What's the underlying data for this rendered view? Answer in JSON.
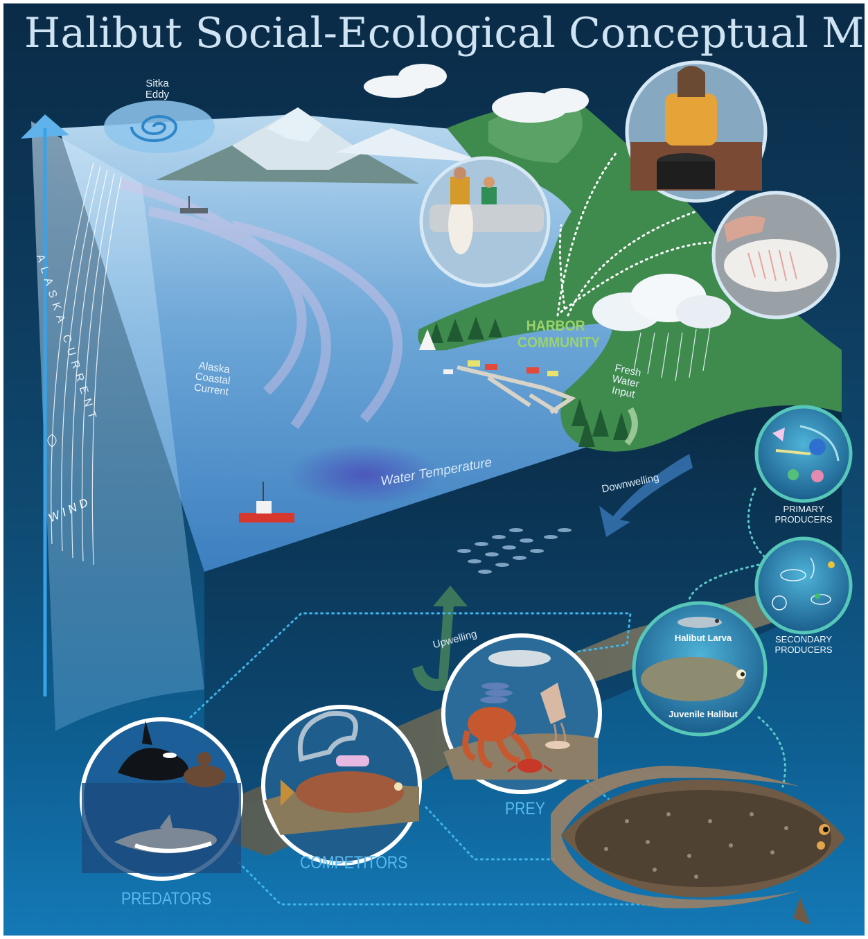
{
  "title": "Halibut Social-Ecological Conceptual Model",
  "labels": {
    "sitka_eddy": [
      "Sitka",
      "Eddy"
    ],
    "alaska_current": "ALASKA CURRENT",
    "wind": "WIND",
    "alaska_coastal_current": [
      "Alaska",
      "Coastal",
      "Current"
    ],
    "harbor_community": [
      "HARBOR",
      "COMMUNITY"
    ],
    "fresh_water_input": [
      "Fresh",
      "Water",
      "Input"
    ],
    "water_temperature": "Water Temperature",
    "downwelling": "Downwelling",
    "upwelling": "Upwelling",
    "primary_producers": [
      "PRIMARY",
      "PRODUCERS"
    ],
    "secondary_producers": [
      "SECONDARY",
      "PRODUCERS"
    ],
    "halibut_larva": "Halibut Larva",
    "juvenile_halibut": "Juvenile Halibut",
    "prey": "PREY",
    "competitors": "COMPETITORS",
    "predators": "PREDATORS"
  },
  "colors": {
    "background_top": "#0a2b47",
    "background_bottom": "#1479b6",
    "title_text": "#cfe3f2",
    "harbor_label": "#9bd36b",
    "trophic_label": "#58b9ee",
    "dotted_links_ocean": "#3fb4e8",
    "dotted_links_land": "#ffffff",
    "dotted_links_food_web": "#5cc7c7"
  },
  "icons": [
    "eddy-spiral-icon",
    "fishing-vessel-icon",
    "skiff-with-fishers-icon",
    "woman-processing-catch-icon",
    "filleting-halibut-icon",
    "rain-cloud-icon",
    "plankton-icon",
    "zooplankton-icon",
    "halibut-larva-icon",
    "juvenile-halibut-icon",
    "salmon-icon",
    "herring-icon",
    "octopus-icon",
    "squid-icon",
    "shrimp-icon",
    "crab-icon",
    "sea-cucumber-icon",
    "flatfish-competitor-icon",
    "orca-icon",
    "sea-lion-icon",
    "shark-icon",
    "adult-halibut-icon"
  ]
}
